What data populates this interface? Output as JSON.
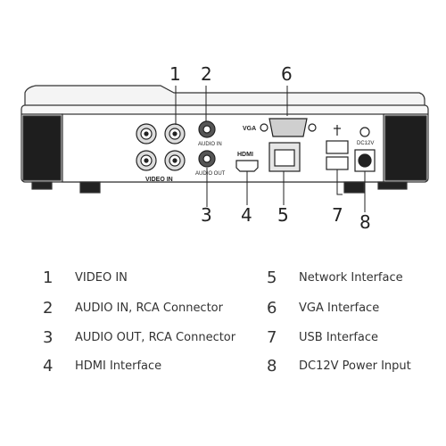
{
  "diagram": {
    "callouts": [
      "1",
      "2",
      "3",
      "4",
      "5",
      "6",
      "7",
      "8"
    ],
    "panel_labels": {
      "video_in": "VIDEO IN",
      "audio_in": "AUDIO IN",
      "audio_out": "AUDIO OUT",
      "vga": "VGA",
      "hdmi": "HDMI",
      "dc": "DC12V"
    }
  },
  "legend": [
    {
      "num": "1",
      "text": "VIDEO IN"
    },
    {
      "num": "2",
      "text": "AUDIO IN, RCA Connector"
    },
    {
      "num": "3",
      "text": "AUDIO OUT, RCA Connector"
    },
    {
      "num": "4",
      "text": "HDMI Interface"
    },
    {
      "num": "5",
      "text": "Network Interface"
    },
    {
      "num": "6",
      "text": "VGA Interface"
    },
    {
      "num": "7",
      "text": "USB Interface"
    },
    {
      "num": "8",
      "text": "DC12V Power Input"
    }
  ]
}
